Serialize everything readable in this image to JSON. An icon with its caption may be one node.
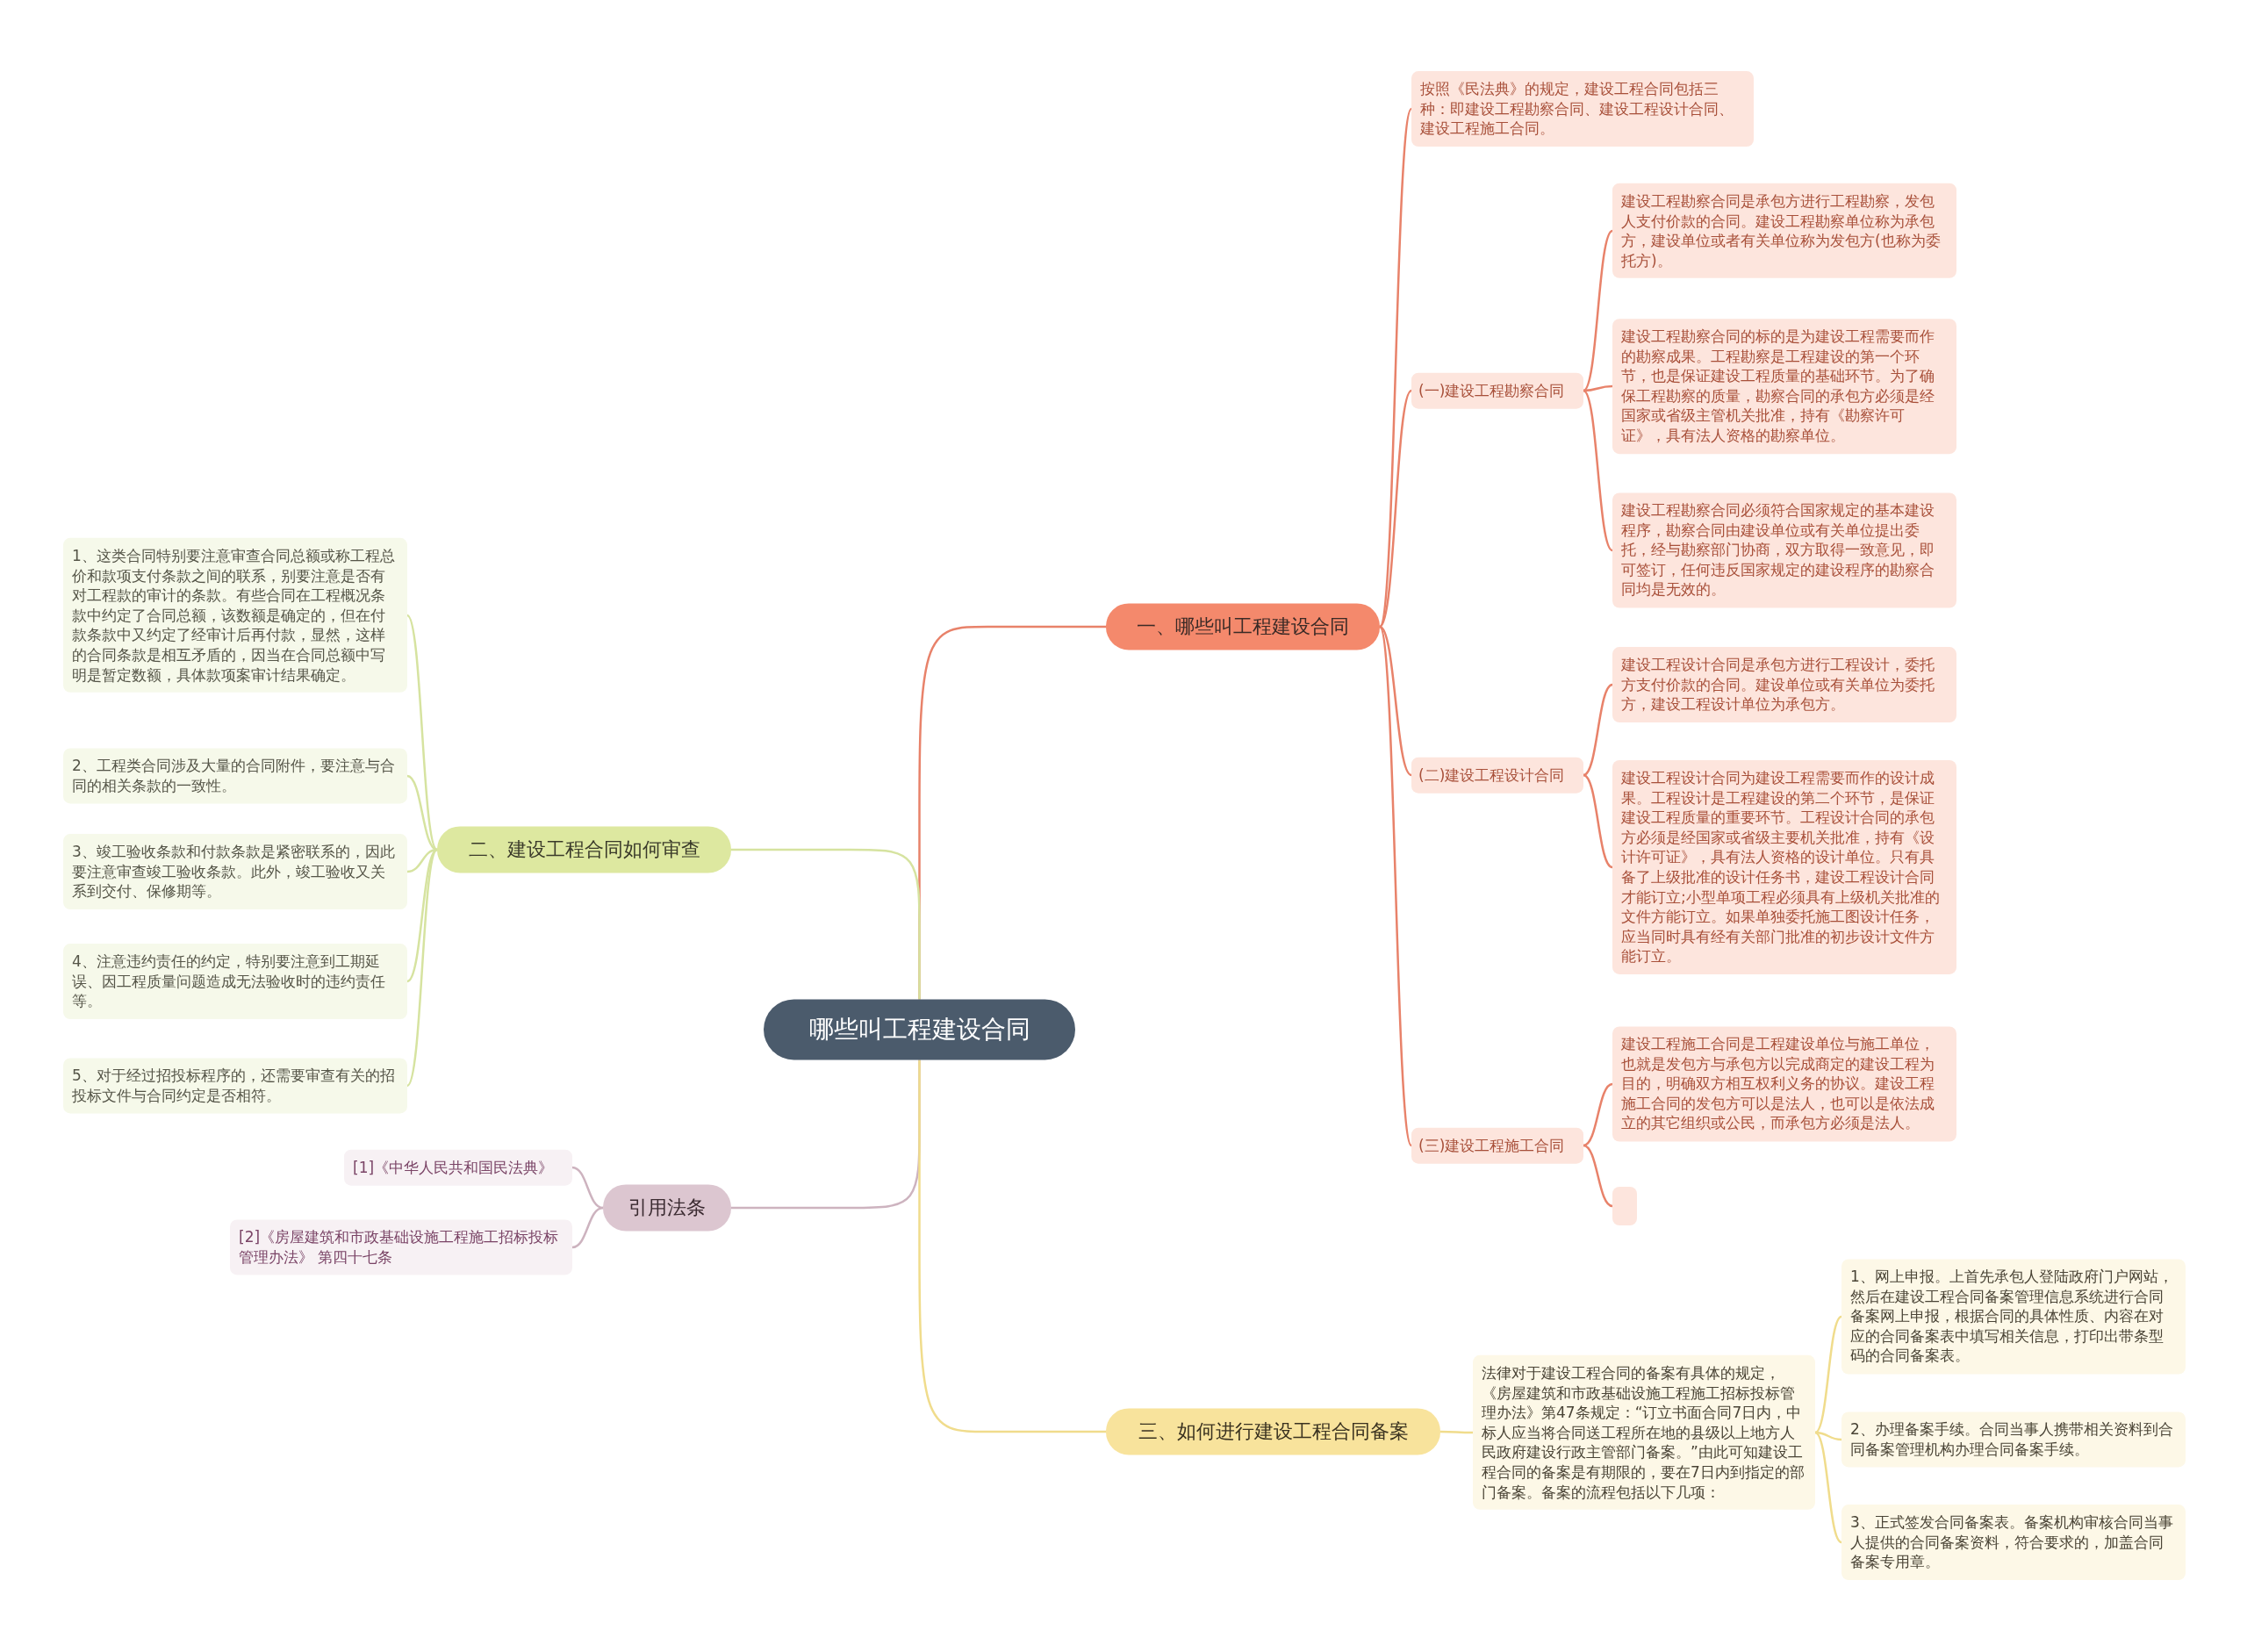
{
  "diagram": {
    "nodes": [
      {
        "text": [
          "哪些叫工程建设合同"
        ]
      },
      {
        "text": [
          "一、哪些叫工程建设合同"
        ]
      },
      {
        "text": [
          "按照《民法典》的规定，建设工程合同包括三种：即建设工程勘察合同、建设工程设计合同、建设工程施工合同。"
        ]
      },
      {
        "text": [
          "(一)建设工程勘察合同"
        ]
      },
      {
        "text": [
          "建设工程勘察合同是承包方进行工程勘察，发包人支付价款的合同。建设工程勘察单位称为承包方，建设单位或者有关单位称为发包方(也称为委托方)。"
        ]
      },
      {
        "text": [
          "建设工程勘察合同的标的是为建设工程需要而作的勘察成果。工程勘察是工程建设的第一个环节，也是保证建设工程质量的基础环节。为了确保工程勘察的质量，勘察合同的承包方必须是经国家或省级主管机关批准，持有《勘察许可证》，具有法人资格的勘察单位。"
        ]
      },
      {
        "text": [
          "建设工程勘察合同必须符合国家规定的基本建设程序，勘察合同由建设单位或有关单位提出委托，经与勘察部门协商，双方取得一致意见，即可签订，任何违反国家规定的建设程序的勘察合同均是无效的。"
        ]
      },
      {
        "text": [
          "(二)建设工程设计合同"
        ]
      },
      {
        "text": [
          "建设工程设计合同是承包方进行工程设计，委托方支付价款的合同。建设单位或有关单位为委托方，建设工程设计单位为承包方。"
        ]
      },
      {
        "text": [
          "建设工程设计合同为建设工程需要而作的设计成果。工程设计是工程建设的第二个环节，是保证建设工程质量的重要环节。工程设计合同的承包方必须是经国家或省级主要机关批准，持有《设计许可证》，具有法人资格的设计单位。只有具备了上级批准的设计任务书，建设工程设计合同才能订立;小型单项工程必须具有上级机关批准的文件方能订立。如果单独委托施工图设计任务，应当同时具有经有关部门批准的初步设计文件方能订立。"
        ]
      },
      {
        "text": [
          "(三)建设工程施工合同"
        ]
      },
      {
        "text": [
          "建设工程施工合同是工程建设单位与施工单位，也就是发包方与承包方以完成商定的建设工程为目的，明确双方相互权利义务的协议。建设工程施工合同的发包方可以是法人，也可以是依法成立的其它组织或公民，而承包方必须是法人。"
        ]
      },
      {
        "text": [],
        "shape": "box"
      },
      {
        "text": [
          "二、建设工程合同如何审查"
        ]
      },
      {
        "text": [
          "1、这类合同特别要注意审查合同总额或称工程总价和款项支付条款之间的联系，别要注意是否有对工程款的审计的条款。有些合同在工程概况条款中约定了合同总额，该数额是确定的，但在付款条款中又约定了经审计后再付款，显然，这样的合同条款是相互矛盾的，因当在合同总额中写明是暂定数额，具体款项案审计结果确定。"
        ]
      },
      {
        "text": [
          "2、工程类合同涉及大量的合同附件，要注意与合同的相关条款的一致性。"
        ]
      },
      {
        "text": [
          "3、竣工验收条款和付款条款是紧密联系的，因此要注意审查竣工验收条款。此外，竣工验收又关系到交付、保修期等。"
        ]
      },
      {
        "text": [
          "4、注意违约责任的约定，特别要注意到工期延误、因工程质量问题造成无法验收时的违约责任等。"
        ]
      },
      {
        "text": [
          "5、对于经过招投标程序的，还需要审查有关的招投标文件与合同约定是否相符。"
        ]
      },
      {
        "text": [
          "引用法条"
        ]
      },
      {
        "text": [
          "[1]《中华人民共和国民法典》"
        ]
      },
      {
        "text": [
          "[2]《房屋建筑和市政基础设施工程施工招标投标管理办法》 第四十七条"
        ]
      },
      {
        "text": [
          "三、如何进行建设工程合同备案"
        ]
      },
      {
        "text": [
          "法律对于建设工程合同的备案有具体的规定，《房屋建筑和市政基础设施工程施工招标投标管理办法》第47条规定：“订立书面合同7日内，中标人应当将合同送工程所在地的县级以上地方人民政府建设行政主管部门备案。”由此可知建设工程合同的备案是有期限的，要在7日内到指定的部门备案。备案的流程包括以下几项："
        ]
      },
      {
        "text": [
          "1、网上申报。上首先承包人登陆政府门户网站，然后在建设工程合同备案管理信息系统进行合同备案网上申报，根据合同的具体性质、内容在对应的合同备案表中填写相关信息，打印出带条型码的合同备案表。"
        ]
      },
      {
        "text": [
          "2、办理备案手续。合同当事人携带相关资料到合同备案管理机构办理合同备案手续。"
        ]
      },
      {
        "text": [
          "3、正式签发合同备案表。备案机构审核合同当事人提供的合同备案资料，符合要求的，加盖合同备案专用章。"
        ]
      }
    ],
    "edges": [
      {
        "from": 0,
        "to": 1,
        "arrow": "none"
      },
      {
        "from": 1,
        "to": 2,
        "arrow": "none"
      },
      {
        "from": 1,
        "to": 3,
        "arrow": "none"
      },
      {
        "from": 3,
        "to": 4,
        "arrow": "none"
      },
      {
        "from": 3,
        "to": 5,
        "arrow": "none"
      },
      {
        "from": 3,
        "to": 6,
        "arrow": "none"
      },
      {
        "from": 1,
        "to": 7,
        "arrow": "none"
      },
      {
        "from": 7,
        "to": 8,
        "arrow": "none"
      },
      {
        "from": 7,
        "to": 9,
        "arrow": "none"
      },
      {
        "from": 1,
        "to": 10,
        "arrow": "none"
      },
      {
        "from": 10,
        "to": 11,
        "arrow": "none"
      },
      {
        "from": 10,
        "to": 12,
        "arrow": "none"
      },
      {
        "from": 0,
        "to": 13,
        "arrow": "none",
        "color": "#d6e3a0"
      },
      {
        "from": 13,
        "to": 14,
        "arrow": "none",
        "color": "#d6e3a0"
      },
      {
        "from": 13,
        "to": 15,
        "arrow": "none",
        "color": "#d6e3a0"
      },
      {
        "from": 13,
        "to": 16,
        "arrow": "none",
        "color": "#d6e3a0"
      },
      {
        "from": 13,
        "to": 17,
        "arrow": "none",
        "color": "#d6e3a0"
      },
      {
        "from": 13,
        "to": 18,
        "arrow": "none",
        "color": "#d6e3a0"
      },
      {
        "from": 0,
        "to": 19,
        "arrow": "none",
        "color": "#cdb3bf"
      },
      {
        "from": 19,
        "to": 20,
        "arrow": "none",
        "color": "#cdb3bf"
      },
      {
        "from": 19,
        "to": 21,
        "arrow": "none",
        "color": "#cdb3bf"
      },
      {
        "from": 0,
        "to": 22,
        "arrow": "none",
        "color": "#f0dc8c"
      },
      {
        "from": 22,
        "to": 23,
        "arrow": "none",
        "color": "#f0dc8c"
      },
      {
        "from": 23,
        "to": 24,
        "arrow": "none",
        "color": "#f0dc8c"
      },
      {
        "from": 23,
        "to": 25,
        "arrow": "none",
        "color": "#f0dc8c"
      },
      {
        "from": 23,
        "to": 26,
        "arrow": "none",
        "color": "#f0dc8c"
      }
    ]
  }
}
